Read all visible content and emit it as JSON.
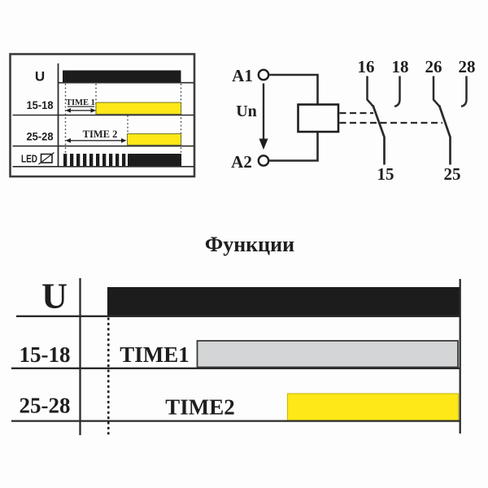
{
  "title": "Функции",
  "colors": {
    "yellow": "#FFE818",
    "gray": "#D4D5D6",
    "bar_black": "#1C1C1C"
  },
  "mini_diagram": {
    "row_u": "U",
    "row_15_18": "15-18",
    "row_25_28": "25-28",
    "row_led": "LED",
    "time1": "TIME 1",
    "time2": "TIME 2"
  },
  "wiring": {
    "a1": "A1",
    "un": "Un",
    "a2": "A2",
    "t16": "16",
    "t18": "18",
    "t26": "26",
    "t28": "28",
    "t15": "15",
    "t25": "25"
  },
  "function_chart": {
    "row_u": "U",
    "row_15_18": "15-18",
    "row_25_28": "25-28",
    "time1": "TIME1",
    "time2": "TIME2"
  }
}
